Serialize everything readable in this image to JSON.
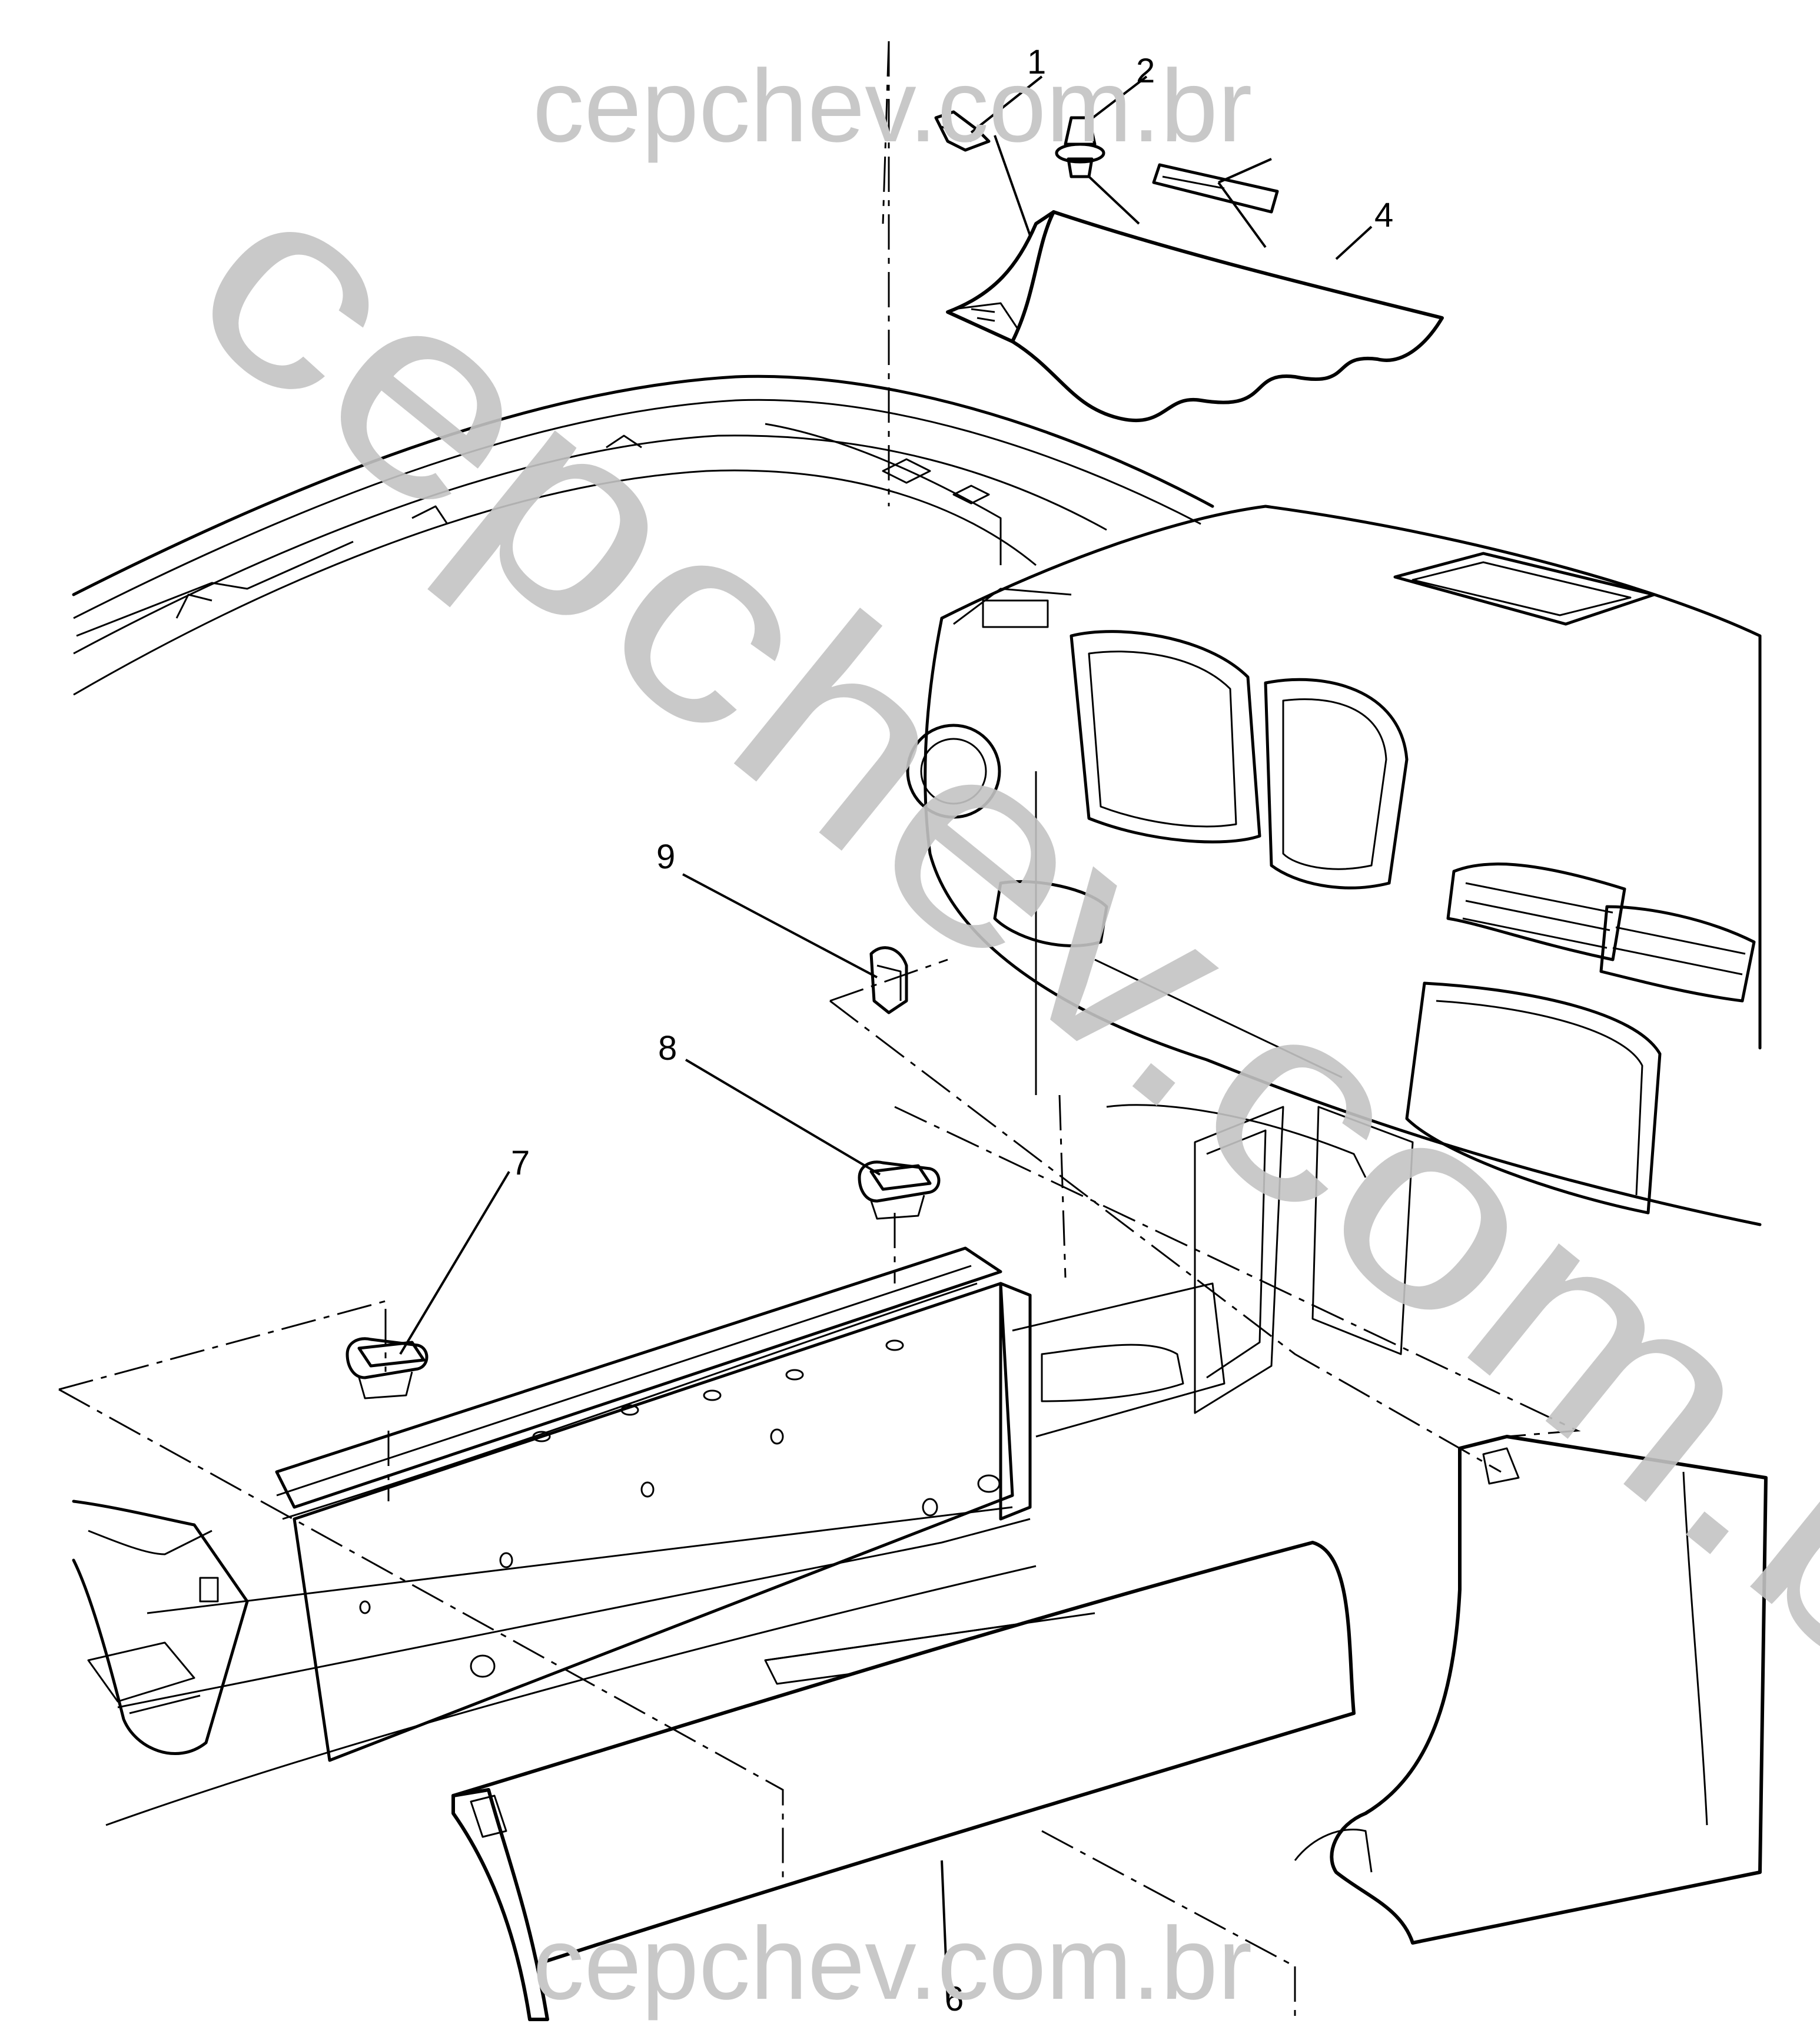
{
  "watermarks": {
    "top": "cepchev.com.br",
    "diagonal": "cepchev.com.br",
    "bottom": "cepchev.com.br"
  },
  "callouts": [
    {
      "id": "1",
      "label": "1"
    },
    {
      "id": "2",
      "label": "2"
    },
    {
      "id": "4",
      "label": "4"
    },
    {
      "id": "6",
      "label": "6"
    },
    {
      "id": "7",
      "label": "7"
    },
    {
      "id": "8",
      "label": "8"
    },
    {
      "id": "9",
      "label": "9"
    }
  ]
}
